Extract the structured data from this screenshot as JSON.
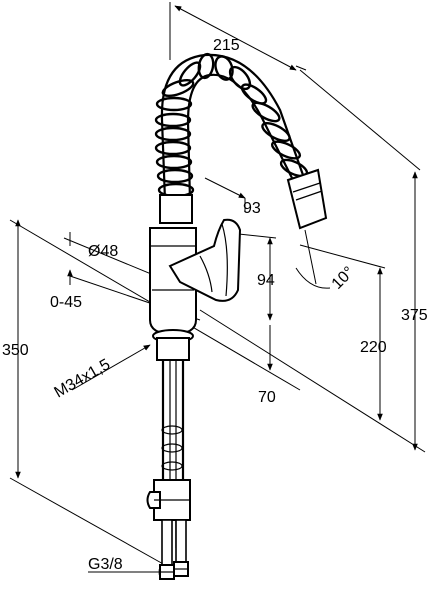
{
  "dimensions": {
    "overall_reach": "215",
    "spout_offset": "93",
    "body_diameter": "Ø48",
    "lever_height": "94",
    "swivel": "0-45",
    "spray_angle": "10°",
    "outlet_height": "220",
    "total_height": "375",
    "counter_thickness": "350",
    "thread": "M34x1,5",
    "base_depth": "70",
    "connection": "G3/8"
  }
}
